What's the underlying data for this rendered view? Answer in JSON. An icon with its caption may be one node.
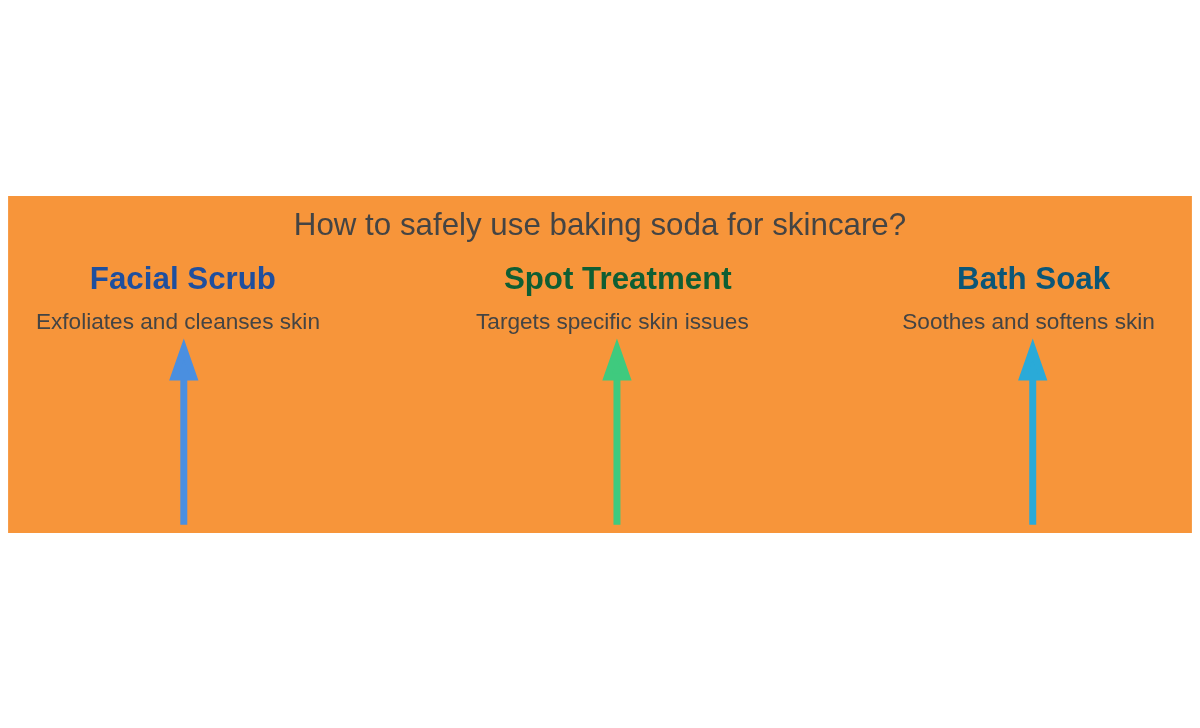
{
  "diagram": {
    "title": "How to safely use baking soda for skincare?",
    "nodes": [
      {
        "text": [
          "Facial Scrub",
          "Exfoliates and cleanses skin"
        ]
      },
      {
        "text": [
          "Spot Treatment",
          "Targets specific skin issues"
        ]
      },
      {
        "text": [
          "Bath Soak",
          "Soothes and softens skin"
        ]
      }
    ],
    "edges": [
      {
        "from": null,
        "to": 0,
        "arrow": "to",
        "color": "#4a8fe0"
      },
      {
        "from": null,
        "to": 1,
        "arrow": "to",
        "color": "#3fca7e"
      },
      {
        "from": null,
        "to": 2,
        "arrow": "to",
        "color": "#2aaad8"
      }
    ]
  }
}
